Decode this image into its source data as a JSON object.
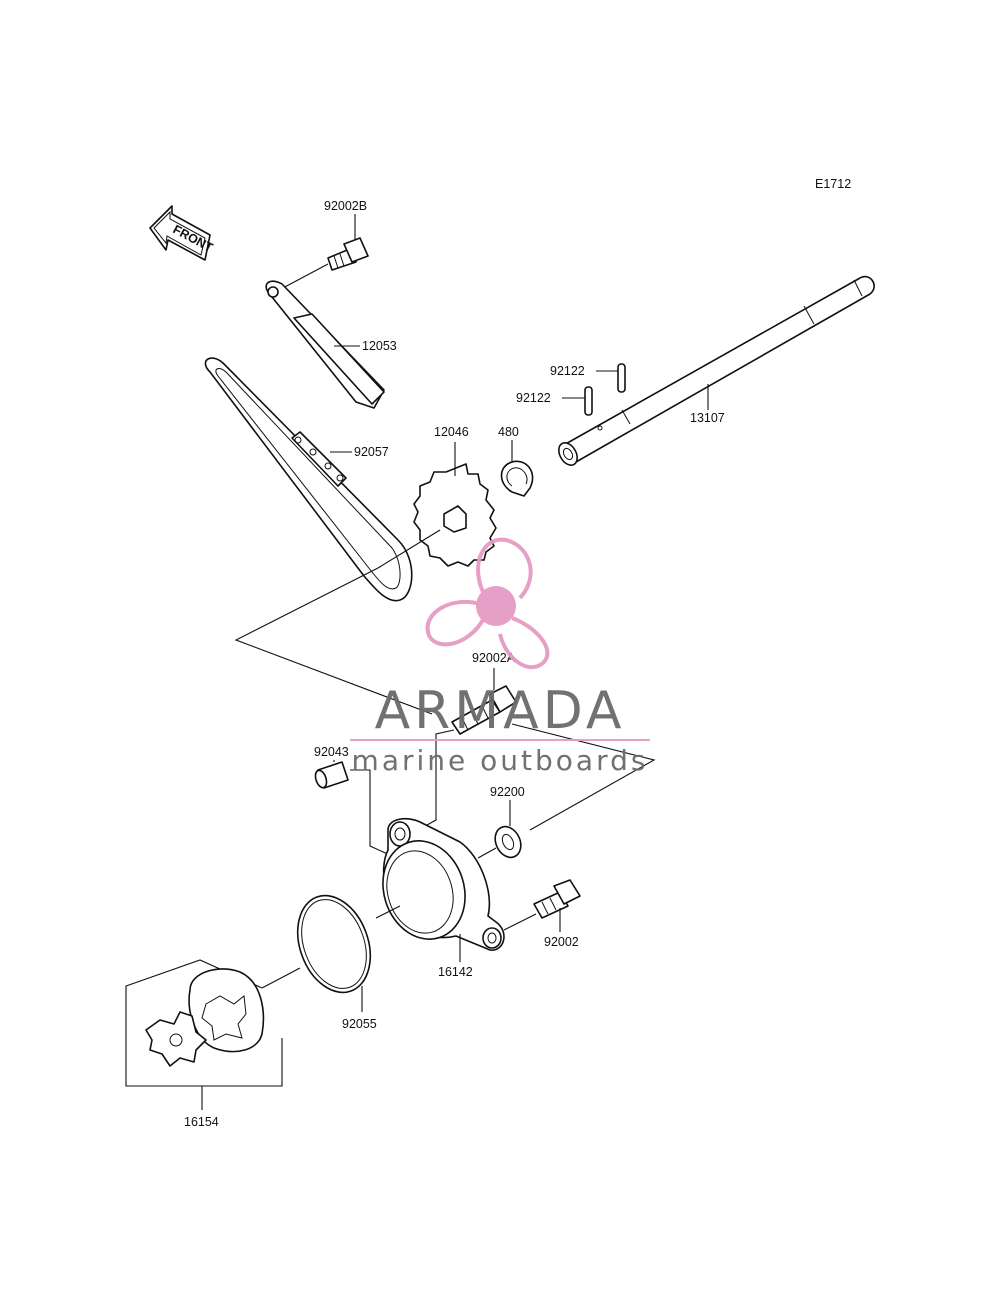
{
  "diagram_code": "E1712",
  "front_label": "FRONT",
  "parts": [
    {
      "id": "p-92002B",
      "label": "92002B"
    },
    {
      "id": "p-12053",
      "label": "12053"
    },
    {
      "id": "p-92057",
      "label": "92057"
    },
    {
      "id": "p-12046",
      "label": "12046"
    },
    {
      "id": "p-480",
      "label": "480"
    },
    {
      "id": "p-92122a",
      "label": "92122"
    },
    {
      "id": "p-92122b",
      "label": "92122"
    },
    {
      "id": "p-13107",
      "label": "13107"
    },
    {
      "id": "p-92002A",
      "label": "92002A"
    },
    {
      "id": "p-92043",
      "label": "92043"
    },
    {
      "id": "p-92200",
      "label": "92200"
    },
    {
      "id": "p-92002",
      "label": "92002"
    },
    {
      "id": "p-16142",
      "label": "16142"
    },
    {
      "id": "p-92055",
      "label": "92055"
    },
    {
      "id": "p-16154",
      "label": "16154"
    }
  ],
  "watermark": {
    "brand": "ARMADA",
    "tagline": "marine outboards",
    "accent_color": "#e59ac4",
    "text_color": "#6a6a6a"
  }
}
